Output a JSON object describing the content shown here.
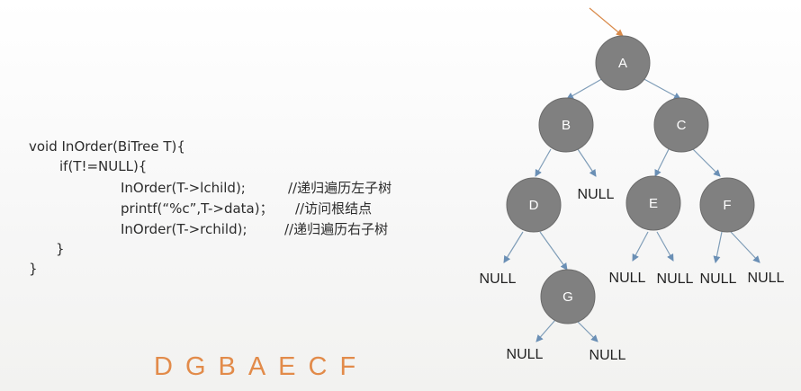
{
  "code": {
    "line1": "void InOrder(BiTree T){",
    "line2": "if(T!=NULL){",
    "line3_stmt": "InOrder(T->lchild);",
    "line3_comment": "//递归遍历左子树",
    "line4_stmt": "printf(“%c”,T->data)；",
    "line4_comment": "//访问根结点",
    "line5_stmt": "InOrder(T->rchild);",
    "line5_comment": "//递归遍历右子树",
    "line6": "}",
    "line7": "}"
  },
  "traversal_result": "DGBAECF",
  "tree": {
    "nodes": {
      "A": "A",
      "B": "B",
      "C": "C",
      "D": "D",
      "E": "E",
      "F": "F",
      "G": "G"
    },
    "null_label": "NULL",
    "colors": {
      "node_fill": "#808080",
      "edge": "#7f9db8",
      "root_pointer": "#d98a4a",
      "sequence": "#e28b4a"
    }
  }
}
